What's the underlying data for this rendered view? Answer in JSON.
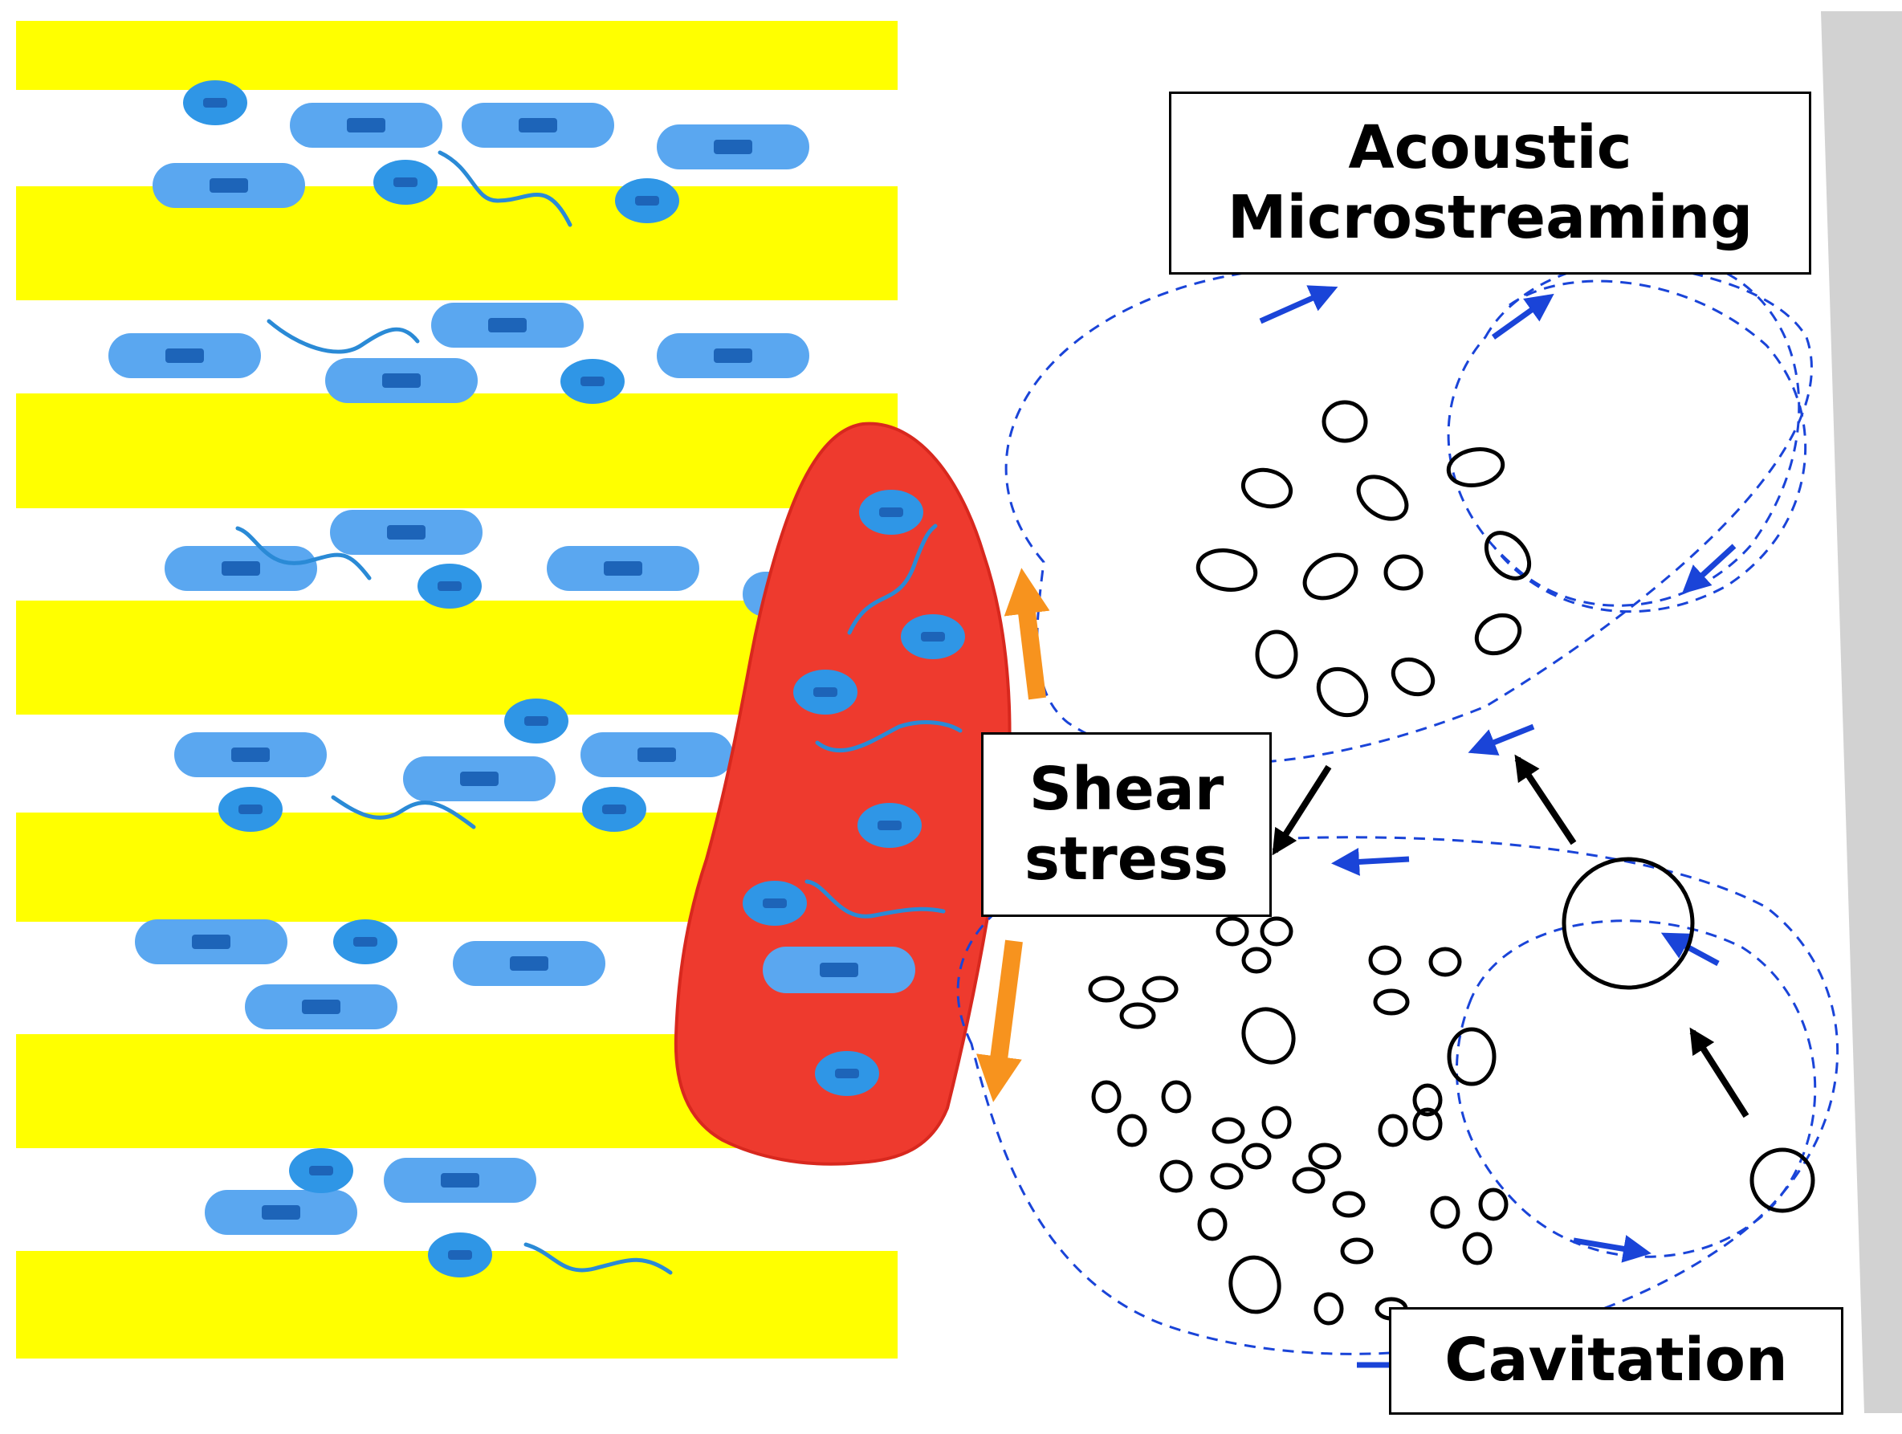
{
  "labels": {
    "acoustic_line1": "Acoustic",
    "acoustic_line2": "Microstreaming",
    "shear_line1": "Shear",
    "shear_line2": "stress",
    "cavitation": "Cavitation"
  },
  "colors": {
    "layer_yellow": "#ffff00",
    "biofilm_red": "#ee3a2e",
    "rod_bacterium": "#5aa7f0",
    "cocci_bacterium": "#2f96e6",
    "bacterium_core": "#1d64b8",
    "streaming_arrows": "#1a44d8",
    "shear_arrows": "#f7931e",
    "bubbles": "#000000",
    "wall": "#d2d2d2"
  }
}
